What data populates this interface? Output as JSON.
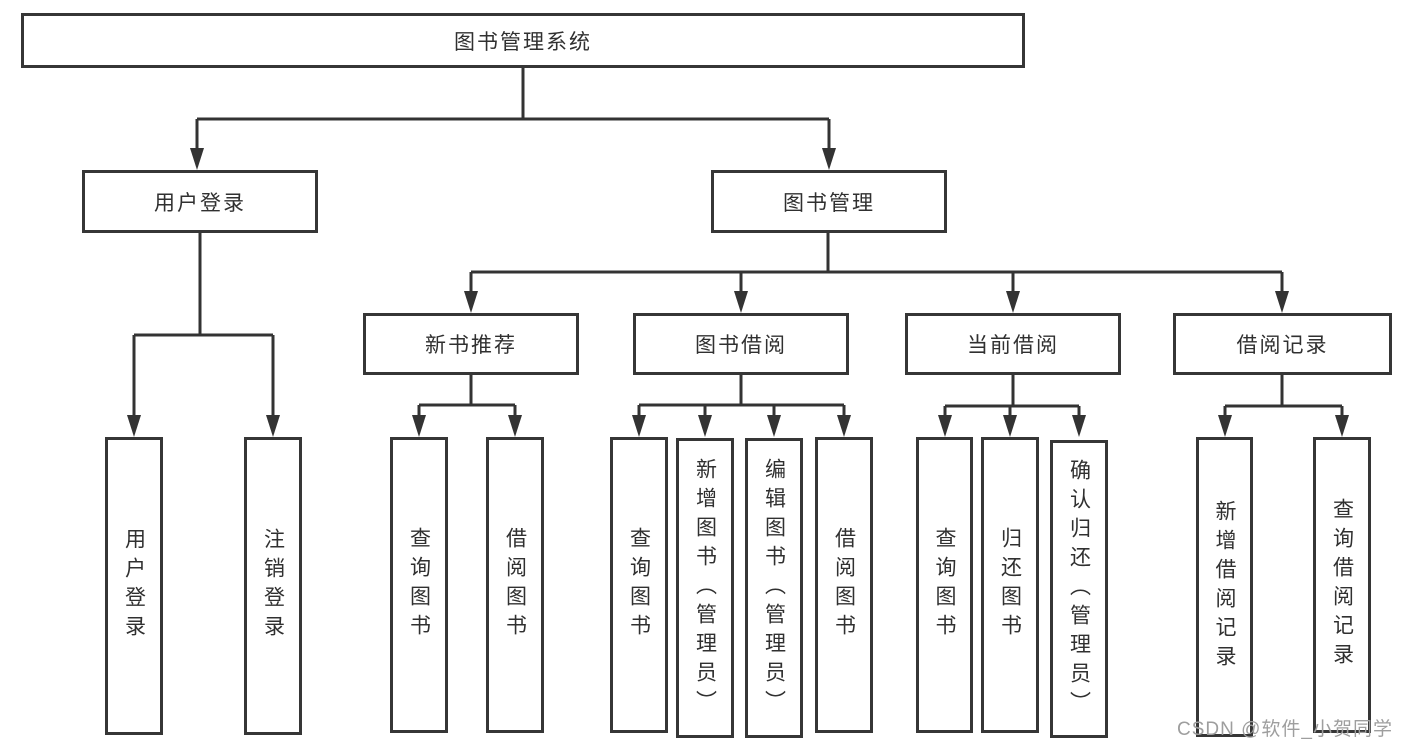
{
  "diagram": {
    "root": "图书管理系统",
    "branches": {
      "user_login": {
        "label": "用户登录",
        "children": {
          "login": "用户登录",
          "logout": "注销登录"
        }
      },
      "book_mgmt": {
        "label": "图书管理",
        "sections": {
          "new_book": {
            "label": "新书推荐",
            "children": {
              "query_book": "查询图书",
              "borrow_book": "借阅图书"
            }
          },
          "borrowing": {
            "label": "图书借阅",
            "children": {
              "query_book": "查询图书",
              "add_book": "新增图书（管理员）",
              "edit_book": "编辑图书（管理员）",
              "borrow_book": "借阅图书"
            }
          },
          "current": {
            "label": "当前借阅",
            "children": {
              "query_book": "查询图书",
              "return_book": "归还图书",
              "confirm_return": "确认归还（管理员）"
            }
          },
          "records": {
            "label": "借阅记录",
            "children": {
              "add_record": "新增借阅记录",
              "query_record": "查询借阅记录"
            }
          }
        }
      }
    },
    "watermark": "CSDN @软件_小贺同学"
  }
}
